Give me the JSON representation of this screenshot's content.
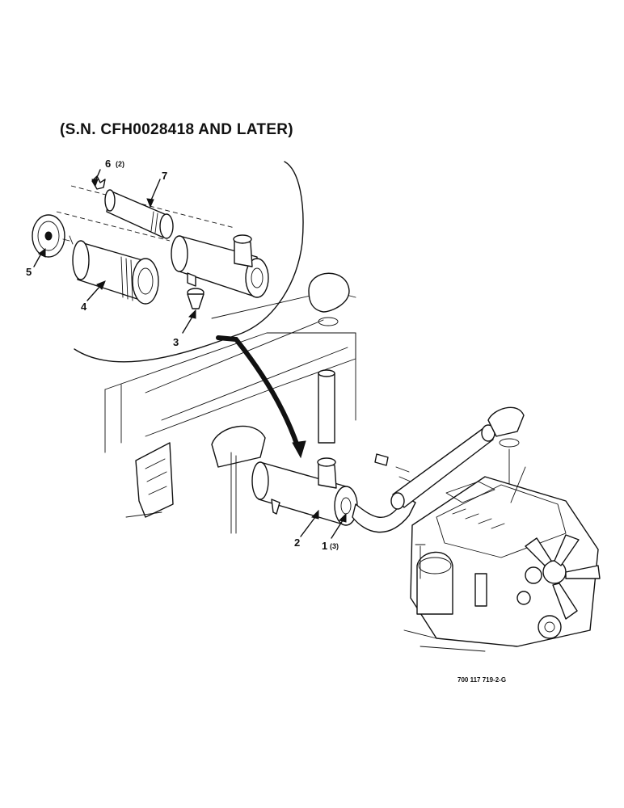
{
  "diagram": {
    "title": "(S.N. CFH0028418 AND LATER)",
    "figure_number": "700 117 719-2-G",
    "callouts": [
      {
        "id": "1",
        "label": "1",
        "qty": "(3)"
      },
      {
        "id": "2",
        "label": "2",
        "qty": ""
      },
      {
        "id": "3",
        "label": "3",
        "qty": ""
      },
      {
        "id": "4",
        "label": "4",
        "qty": ""
      },
      {
        "id": "5",
        "label": "5",
        "qty": ""
      },
      {
        "id": "6",
        "label": "6",
        "qty": "(2)"
      },
      {
        "id": "7",
        "label": "7",
        "qty": ""
      }
    ],
    "parts": [
      {
        "name": "air-cleaner-assembly"
      },
      {
        "name": "engine"
      },
      {
        "name": "precleaner-cap"
      },
      {
        "name": "intake-hose"
      }
    ]
  }
}
